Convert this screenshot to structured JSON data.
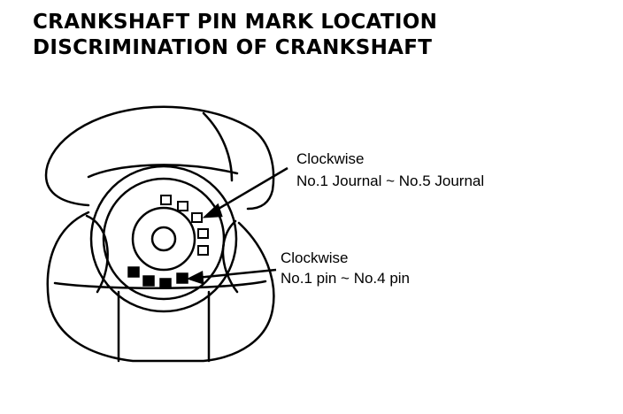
{
  "title": {
    "line1": "CRANKSHAFT PIN MARK LOCATION",
    "line2": "DISCRIMINATION OF CRANKSHAFT"
  },
  "callouts": {
    "journal": {
      "line1": "Clockwise",
      "line2": "No.1 Journal ~ No.5 Journal"
    },
    "pin": {
      "line1": "Clockwise",
      "line2": "No.1 pin ~ No.4 pin"
    }
  },
  "colors": {
    "ink": "#000000",
    "paper": "#ffffff"
  }
}
